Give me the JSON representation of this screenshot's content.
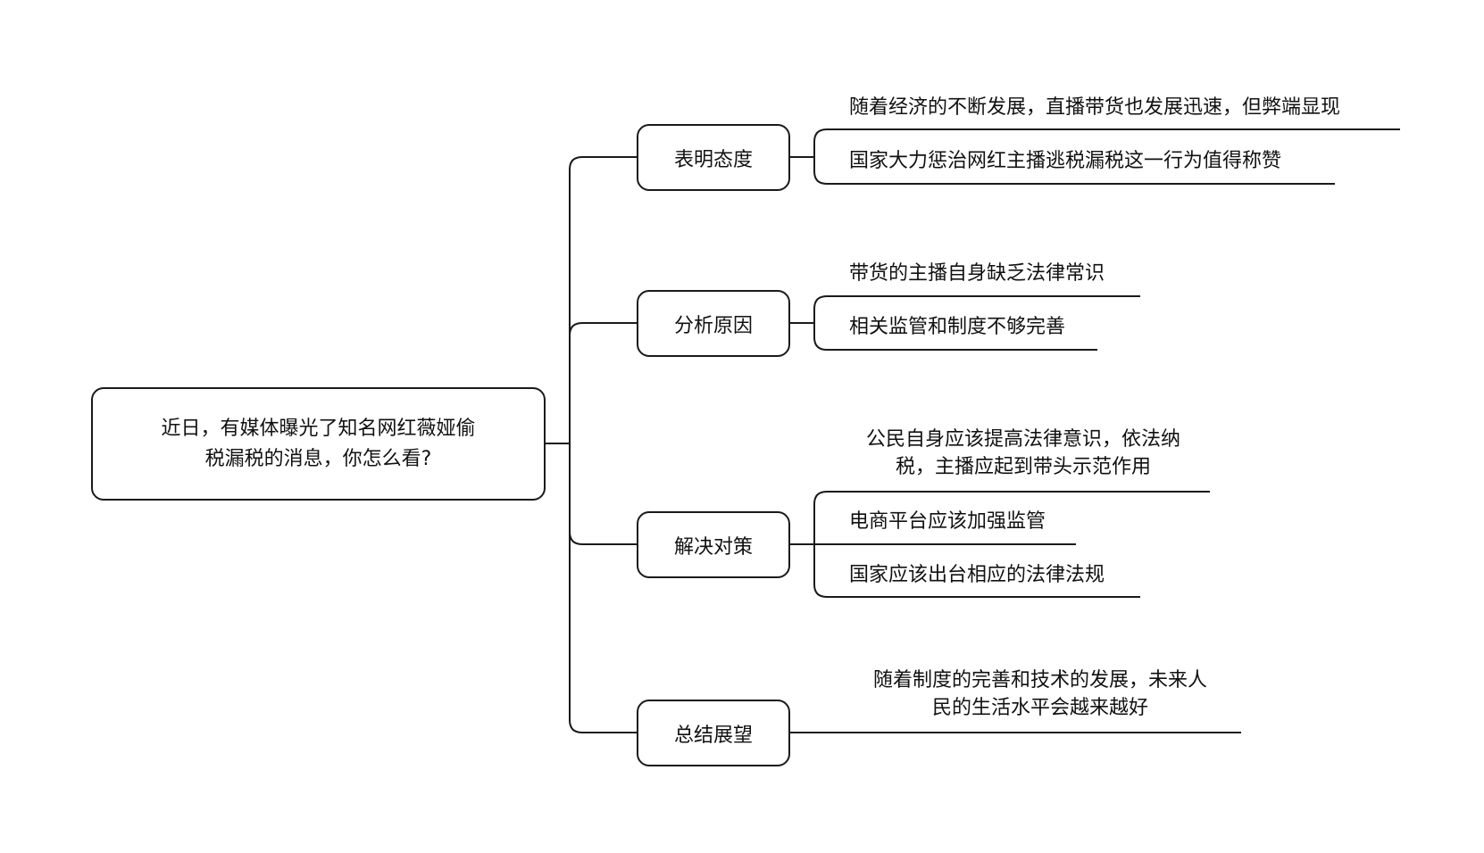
{
  "root": {
    "line1": "近日，有媒体曝光了知名网红薇娅偷",
    "line2": "税漏税的消息，你怎么看?"
  },
  "branches": [
    {
      "label": "表明态度",
      "leaves": [
        {
          "lines": [
            "随着经济的不断发展，直播带货也发展迅速，但弊端显现"
          ]
        },
        {
          "lines": [
            "国家大力惩治网红主播逃税漏税这一行为值得称赞"
          ]
        }
      ]
    },
    {
      "label": "分析原因",
      "leaves": [
        {
          "lines": [
            "带货的主播自身缺乏法律常识"
          ]
        },
        {
          "lines": [
            "相关监管和制度不够完善"
          ]
        }
      ]
    },
    {
      "label": "解决对策",
      "leaves": [
        {
          "lines": [
            "公民自身应该提高法律意识，依法纳",
            "税，主播应起到带头示范作用"
          ]
        },
        {
          "lines": [
            "电商平台应该加强监管"
          ]
        },
        {
          "lines": [
            "国家应该出台相应的法律法规"
          ]
        }
      ]
    },
    {
      "label": "总结展望",
      "leaves": [
        {
          "lines": [
            "随着制度的完善和技术的发展，未来人",
            "民的生活水平会越来越好"
          ]
        }
      ]
    }
  ]
}
